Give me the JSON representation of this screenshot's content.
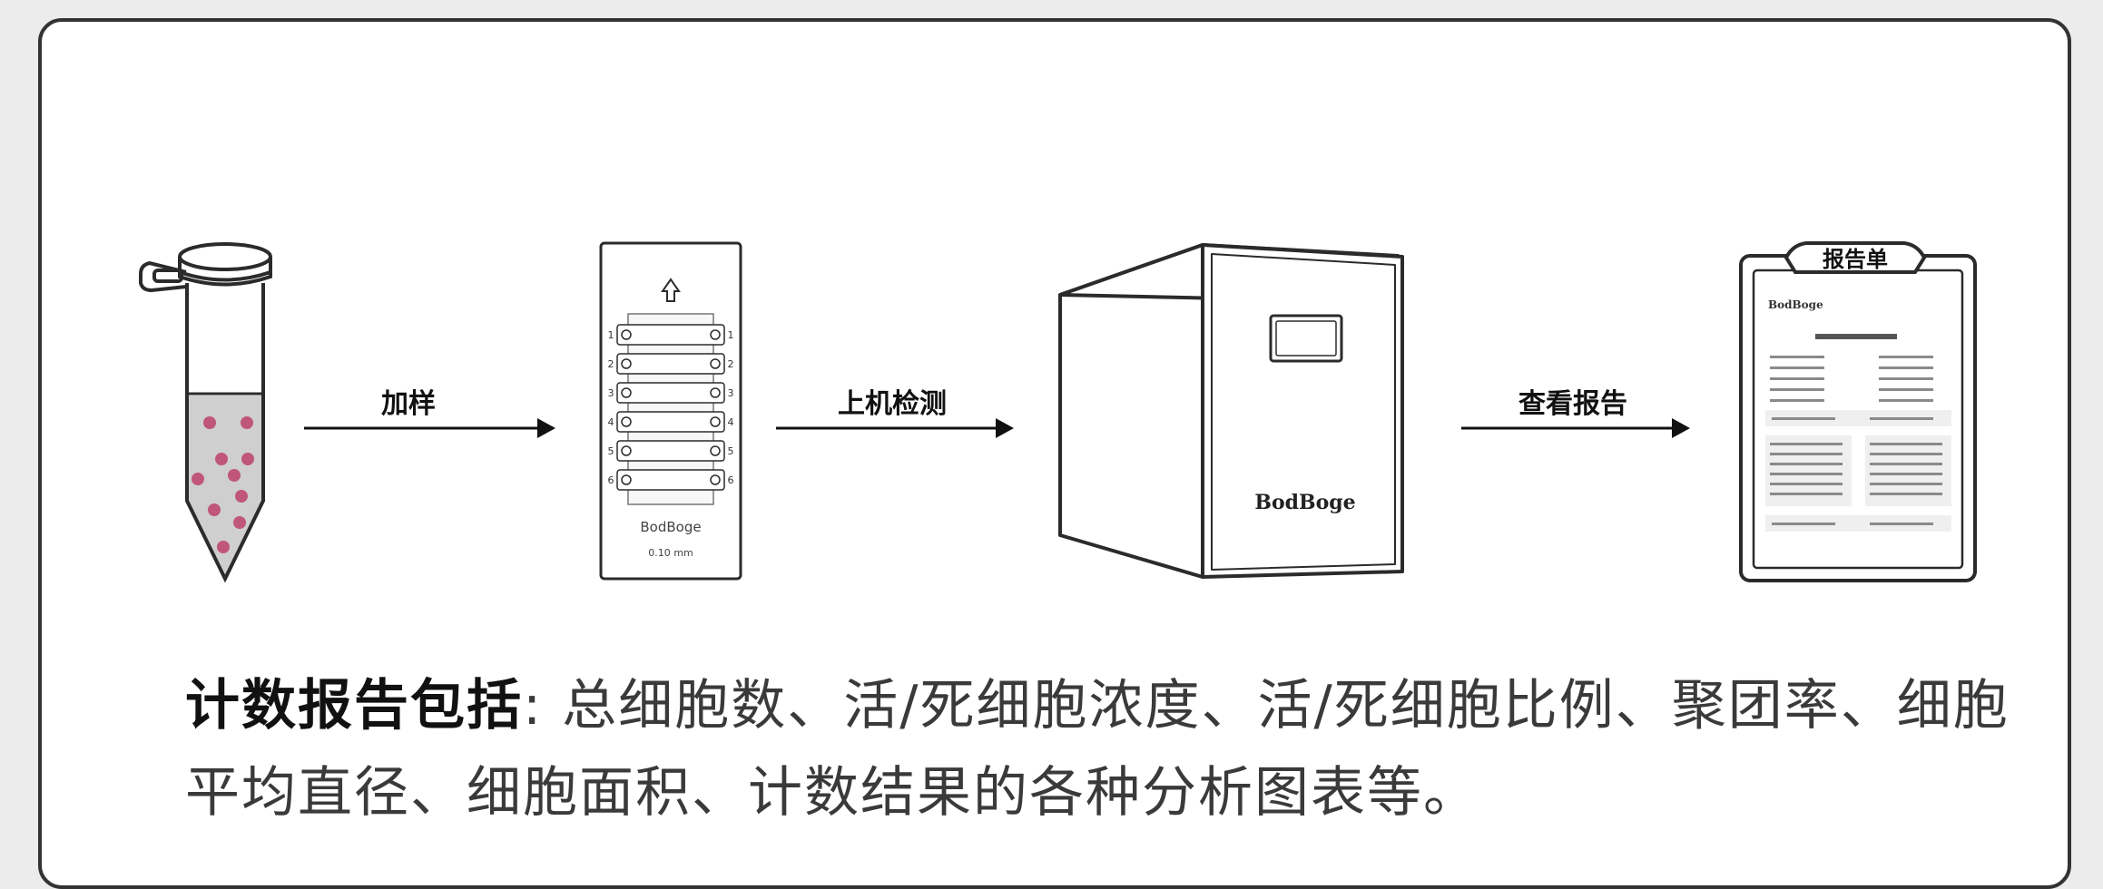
{
  "steps": [
    {
      "label": "加样"
    },
    {
      "label": "上机检测"
    },
    {
      "label": "查看报告"
    }
  ],
  "slide": {
    "brand": "BodBoge",
    "depth": "0.10 mm",
    "channel_numbers": [
      "1",
      "2",
      "3",
      "4",
      "5",
      "6"
    ]
  },
  "counter": {
    "brand": "BodBoge"
  },
  "report": {
    "tab_title": "报告单",
    "brand": "BodBoge"
  },
  "summary": {
    "lead": "计数报告包括",
    "colon": ":",
    "body": "总细胞数、活/死细胞浓度、活/死细胞比例、聚团率、细胞平均直径、细胞面积、计数结果的各种分析图表等。"
  },
  "colors": {
    "dot": "#c0567a",
    "liquid": "#cfcfcf",
    "stroke": "#2b2b2b"
  }
}
